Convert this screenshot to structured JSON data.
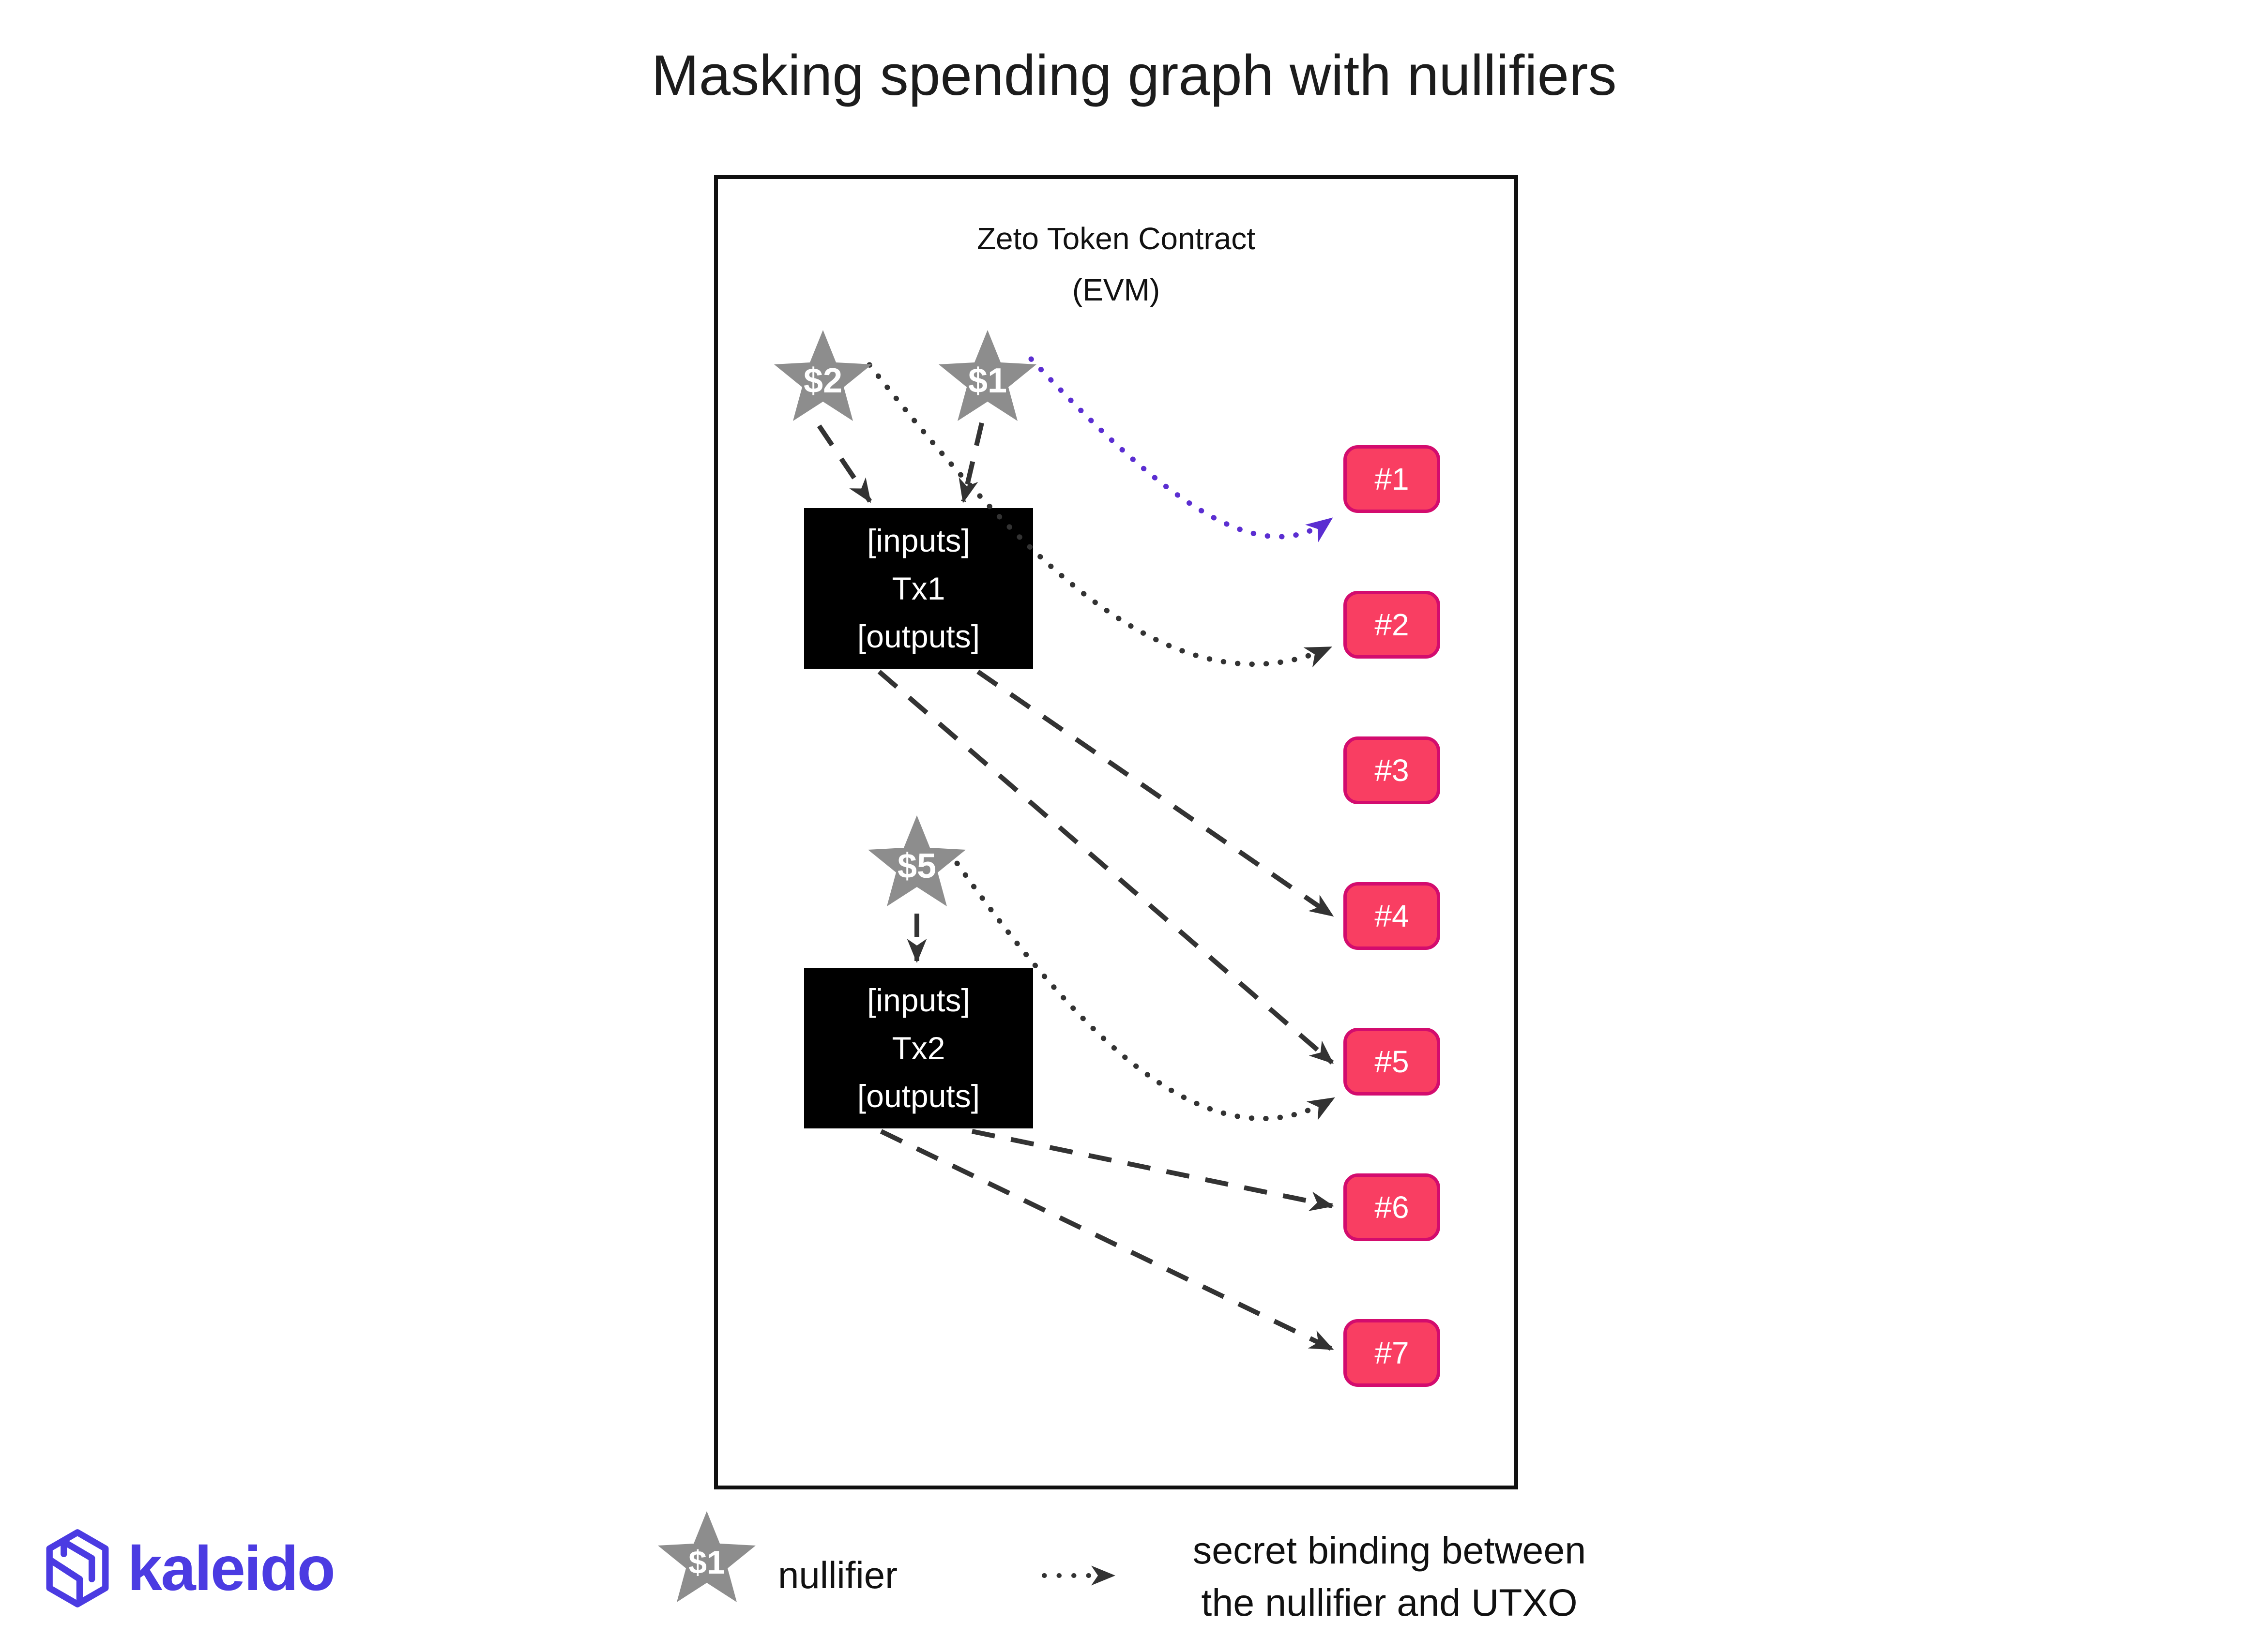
{
  "title": "Masking spending graph with nullifiers",
  "contract": {
    "title": "Zeto Token Contract",
    "subtitle": "(EVM)"
  },
  "nullifiers": [
    {
      "id": "n2",
      "label": "$2"
    },
    {
      "id": "n1",
      "label": "$1"
    },
    {
      "id": "n5",
      "label": "$5"
    }
  ],
  "transactions": [
    {
      "name": "Tx1",
      "inputs_label": "[inputs]",
      "outputs_label": "[outputs]"
    },
    {
      "name": "Tx2",
      "inputs_label": "[inputs]",
      "outputs_label": "[outputs]"
    }
  ],
  "utxos": [
    {
      "label": "#1"
    },
    {
      "label": "#2"
    },
    {
      "label": "#3"
    },
    {
      "label": "#4"
    },
    {
      "label": "#5"
    },
    {
      "label": "#6"
    },
    {
      "label": "#7"
    }
  ],
  "edges": {
    "spend_edges": [
      {
        "from": "$2",
        "to": "Tx1",
        "style": "dashed"
      },
      {
        "from": "$1",
        "to": "Tx1",
        "style": "dashed"
      },
      {
        "from": "Tx1",
        "to": "#4",
        "style": "dashed"
      },
      {
        "from": "Tx1",
        "to": "#5",
        "style": "dashed"
      },
      {
        "from": "$5",
        "to": "Tx2",
        "style": "dashed"
      },
      {
        "from": "Tx2",
        "to": "#6",
        "style": "dashed"
      },
      {
        "from": "Tx2",
        "to": "#7",
        "style": "dashed"
      }
    ],
    "binding_edges": [
      {
        "from": "$1",
        "to": "#1",
        "style": "dotted",
        "color": "#5b2ed1"
      },
      {
        "from": "$2",
        "to": "#2",
        "style": "dotted",
        "color": "#333333"
      },
      {
        "from": "$5",
        "to": "#5",
        "style": "dotted",
        "color": "#333333"
      }
    ]
  },
  "legend": {
    "star_label": "$1",
    "nullifier_label": "nullifier",
    "binding_line1": "secret binding between",
    "binding_line2": "the nullifier and UTXO"
  },
  "logo": {
    "text": "kaleido"
  },
  "icons": {
    "nullifier": "star-icon",
    "binding": "dotted-arrow-icon",
    "spend": "dashed-arrow-icon",
    "logo_mark": "kaleido-hexagon-icon"
  },
  "colors": {
    "utxo_fill": "#f93e62",
    "utxo_border": "#d30c6e",
    "star_gray": "#8d8d8d",
    "edge_dark": "#333333",
    "binding_purple": "#5b2ed1",
    "logo_indigo": "#4b3be2",
    "tx_box": "#000000"
  }
}
